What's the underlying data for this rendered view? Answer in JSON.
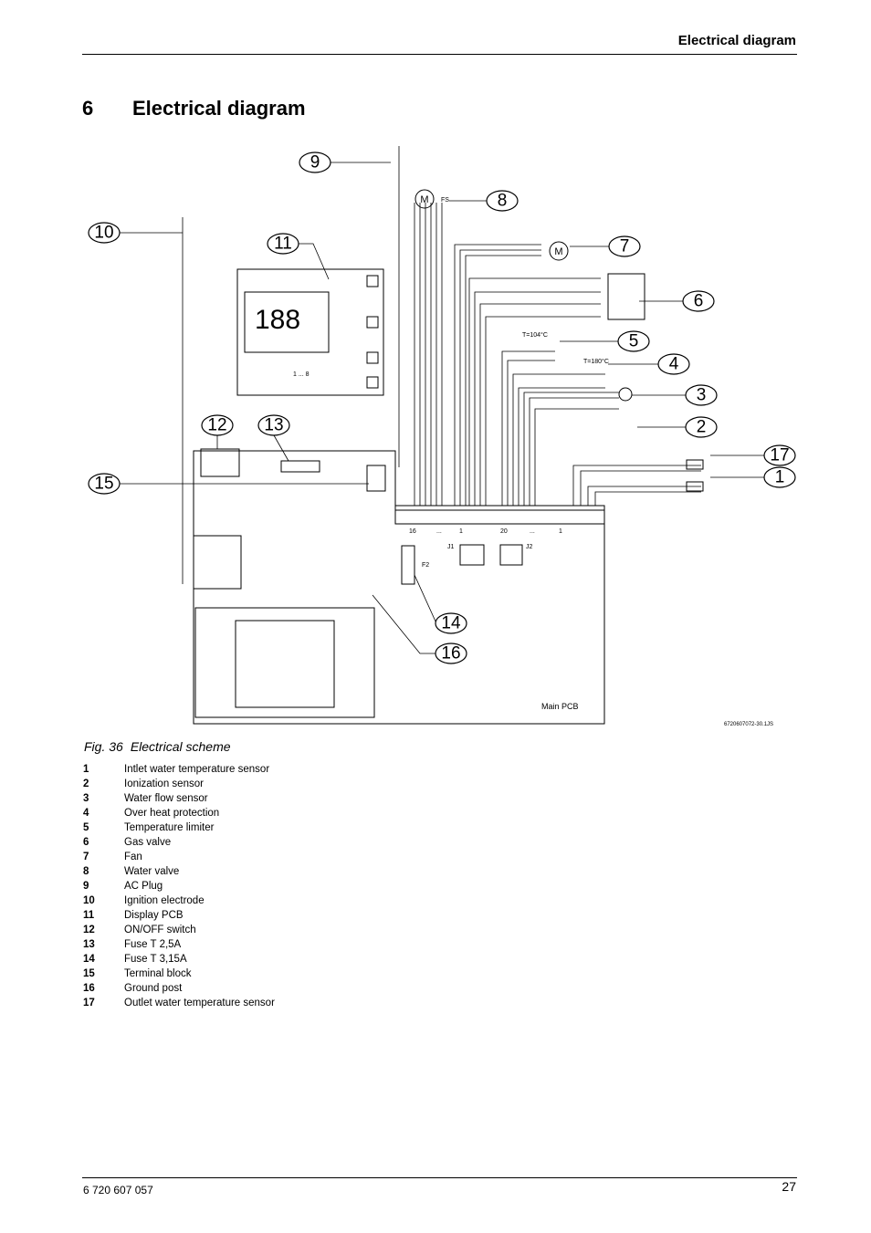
{
  "header": {
    "title": "Electrical diagram"
  },
  "section": {
    "number": "6",
    "title": "Electrical diagram"
  },
  "diagram": {
    "callouts": [
      "9",
      "8",
      "10",
      "11",
      "7",
      "6",
      "5",
      "4",
      "3",
      "2",
      "12",
      "13",
      "17",
      "1",
      "15",
      "14",
      "16"
    ],
    "labels": {
      "motor": "M",
      "flow_sensor": "FS",
      "temp_limit": "T=104°C",
      "overheat": "T=180°C",
      "j1": "J1",
      "j2": "J2",
      "f2": "F2",
      "pins_left_start": "16",
      "pins_left_end": "1",
      "pins_right_start": "20",
      "pins_right_end": "1",
      "ellipsis": "...",
      "display_pins": "1 ... 8",
      "main_pcb": "Main PCB",
      "drawing_id": "6720607072-30.1JS",
      "display_digits": "188"
    }
  },
  "figure": {
    "number": "Fig. 36",
    "caption": "Electrical scheme"
  },
  "legend": [
    {
      "num": "1",
      "text": "Intlet water temperature sensor"
    },
    {
      "num": "2",
      "text": "Ionization sensor"
    },
    {
      "num": "3",
      "text": "Water flow sensor"
    },
    {
      "num": "4",
      "text": "Over heat protection"
    },
    {
      "num": "5",
      "text": "Temperature limiter"
    },
    {
      "num": "6",
      "text": "Gas valve"
    },
    {
      "num": "7",
      "text": "Fan"
    },
    {
      "num": "8",
      "text": "Water valve"
    },
    {
      "num": "9",
      "text": "AC Plug"
    },
    {
      "num": "10",
      "text": "Ignition electrode"
    },
    {
      "num": "11",
      "text": "Display PCB"
    },
    {
      "num": "12",
      "text": "ON/OFF switch"
    },
    {
      "num": "13",
      "text": "Fuse T 2,5A"
    },
    {
      "num": "14",
      "text": "Fuse T 3,15A"
    },
    {
      "num": "15",
      "text": "Terminal block"
    },
    {
      "num": "16",
      "text": "Ground post"
    },
    {
      "num": "17",
      "text": "Outlet water temperature sensor"
    }
  ],
  "footer": {
    "doc_number": "6 720 607 057",
    "page": "27"
  }
}
